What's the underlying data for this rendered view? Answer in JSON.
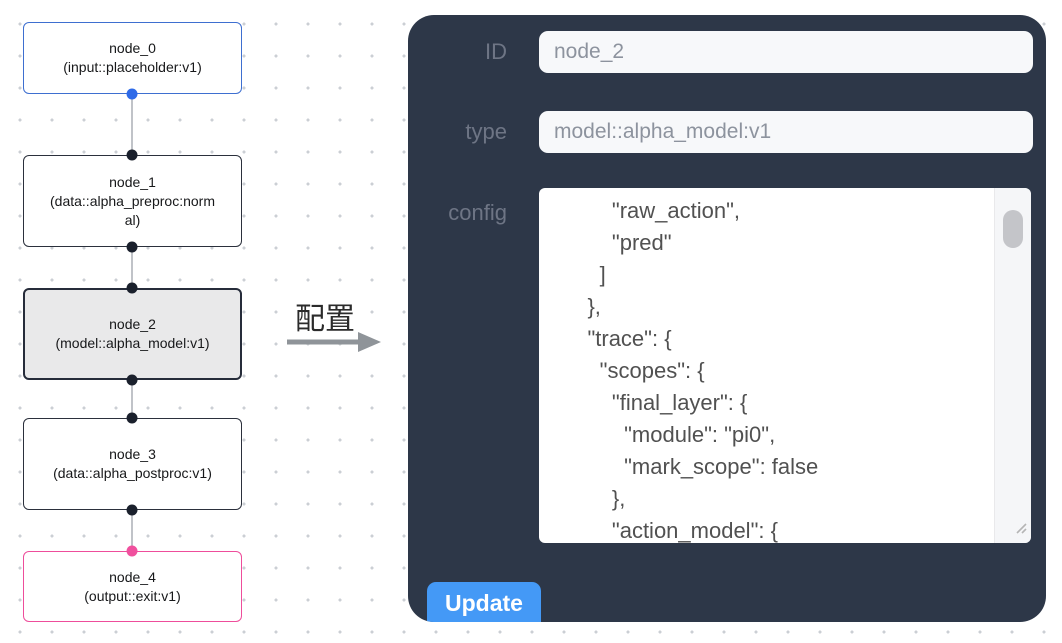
{
  "canvas": {
    "nodes": [
      {
        "name": "node_0",
        "type_label": "(input::placeholder:v1)",
        "variant": "input"
      },
      {
        "name": "node_1",
        "type_label": "(data::alpha_preproc:normal)",
        "variant": "default"
      },
      {
        "name": "node_2",
        "type_label": "(model::alpha_model:v1)",
        "variant": "selected"
      },
      {
        "name": "node_3",
        "type_label": "(data::alpha_postproc:v1)",
        "variant": "default"
      },
      {
        "name": "node_4",
        "type_label": "(output::exit:v1)",
        "variant": "output"
      }
    ]
  },
  "transfer": {
    "label": "配置"
  },
  "panel": {
    "fields": [
      {
        "label": "ID",
        "value": "node_2"
      },
      {
        "label": "type",
        "value": "model::alpha_model:v1"
      }
    ],
    "config_label": "config",
    "config_text": "        \"raw_action\",\n        \"pred\"\n      ]\n    },\n    \"trace\": {\n      \"scopes\": {\n        \"final_layer\": {\n          \"module\": \"pi0\",\n          \"mark_scope\": false\n        },\n        \"action_model\": {",
    "update_label": "Update"
  },
  "icons": {
    "transfer_arrow": "right-arrow-icon",
    "config_resize": "resize-handle-icon"
  },
  "colors": {
    "panel_bg": "#2d3748",
    "accent_blue": "#4499f6",
    "node_input_border": "#3e6fd0",
    "node_output_border": "#ee4d9b",
    "handle_dark": "#1a202c",
    "handle_blue": "#2e6ae8",
    "handle_pink": "#f0509e",
    "selected_node_bg": "#e9e9ea"
  }
}
